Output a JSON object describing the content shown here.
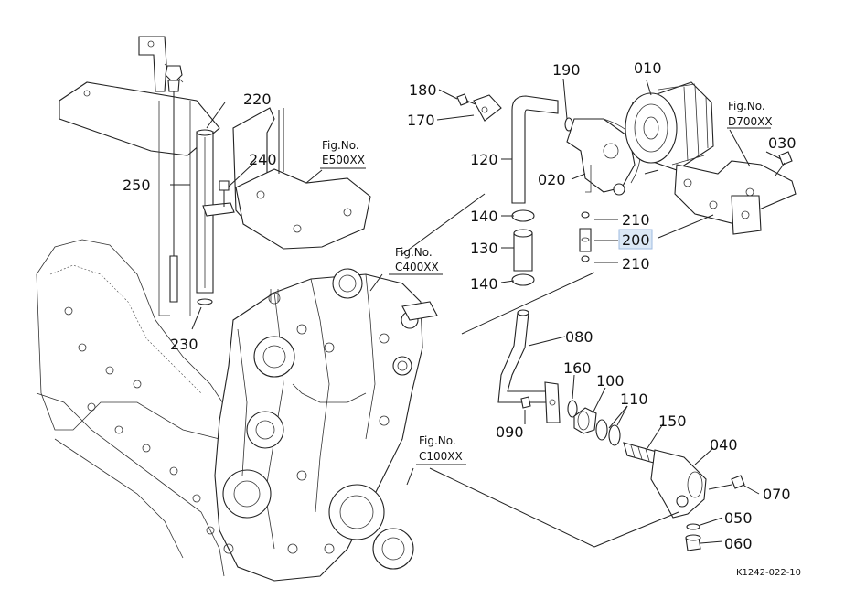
{
  "diagram": {
    "drawing_code": "K1242-022-10",
    "figure_refs": {
      "e500": {
        "line1": "Fig.No.",
        "line2": "E500XX"
      },
      "c400": {
        "line1": "Fig.No.",
        "line2": "C400XX"
      },
      "c100": {
        "line1": "Fig.No.",
        "line2": "C100XX"
      },
      "d700": {
        "line1": "Fig.No.",
        "line2": "D700XX"
      }
    },
    "part_numbers": {
      "p010": "010",
      "p020": "020",
      "p030": "030",
      "p040": "040",
      "p050": "050",
      "p060": "060",
      "p070": "070",
      "p080": "080",
      "p090": "090",
      "p100": "100",
      "p110": "110",
      "p120": "120",
      "p130": "130",
      "p140a": "140",
      "p140b": "140",
      "p150": "150",
      "p160": "160",
      "p170": "170",
      "p180": "180",
      "p190": "190",
      "p200": "200",
      "p210a": "210",
      "p210b": "210",
      "p220": "220",
      "p230": "230",
      "p240": "240",
      "p250": "250"
    },
    "highlighted_part": "200",
    "highlight_color": "#dbe8f6"
  }
}
